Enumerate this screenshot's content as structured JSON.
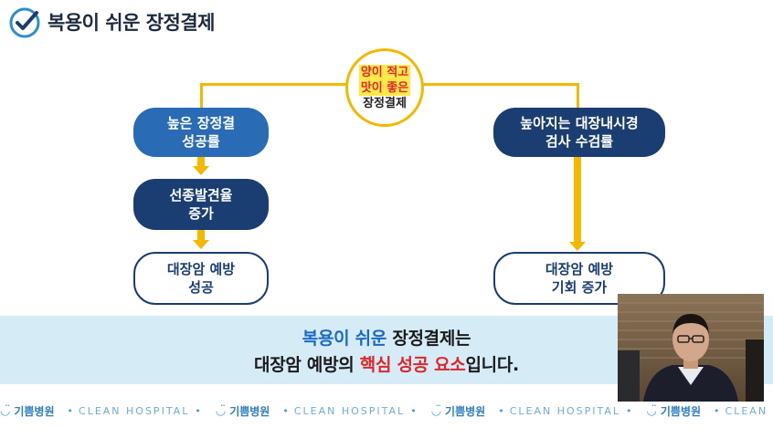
{
  "title": "복용이 쉬운 장정결제",
  "center_badge": {
    "line1": "양이 적고",
    "line2": "맛이 좋은",
    "line3": "장정결제"
  },
  "left_flow": {
    "box1": "높은 장정결\n성공률",
    "box2": "선종발견율\n증가",
    "box3": "대장암 예방\n성공"
  },
  "right_flow": {
    "box1": "높아지는 대장내시경\n검사 수검률",
    "box2": "대장암 예방\n기회 증가"
  },
  "caption": {
    "line1_blue": "복용이 쉬운",
    "line1_rest": " 장정결제는",
    "line2_pre": "대장암 예방의 ",
    "line2_red": "핵심 성공 요소",
    "line2_post": "입니다."
  },
  "footer": {
    "brand_kr": "기쁨병원",
    "brand_en": "CLEAN HOSPITAL"
  },
  "colors": {
    "yellow": "#f5b800",
    "blue": "#2a6bb5",
    "navy": "#1b3e72",
    "caption_bg": "#d5ecf7",
    "highlight_red": "#e0262b"
  },
  "icons": {
    "title": "check-circle-icon",
    "footer": "smile-face-icon"
  }
}
